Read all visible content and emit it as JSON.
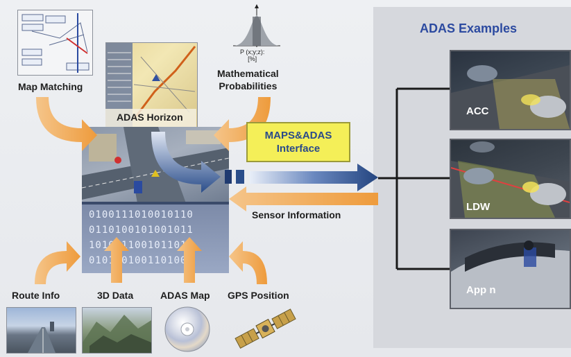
{
  "title": "ADAS Examples",
  "inputs": {
    "map_matching": "Map Matching",
    "math_prob": [
      "Mathematical",
      "Probabilities"
    ],
    "prob_formula": [
      "P (x;y;z):",
      "[%]"
    ]
  },
  "center": {
    "horizon_label": "ADAS Horizon",
    "binary_text": [
      "0100111010010110",
      "0110100101001011",
      "1010011001011010",
      "0101101001101001"
    ]
  },
  "interface": {
    "label_line1": "MAPS&ADAS",
    "label_line2": "Interface",
    "sensor_info": "Sensor Information"
  },
  "sources": {
    "route_info": "Route Info",
    "data_3d": "3D Data",
    "adas_map": "ADAS Map",
    "gps_position": "GPS Position"
  },
  "examples": [
    {
      "label": "ACC"
    },
    {
      "label": "LDW"
    },
    {
      "label": "App n"
    }
  ],
  "colors": {
    "title_blue": "#2c4aa0",
    "arrow_orange": "#f0a850",
    "interface_yellow": "#f4ef58",
    "arrow_blue": "#2a4d8a"
  }
}
